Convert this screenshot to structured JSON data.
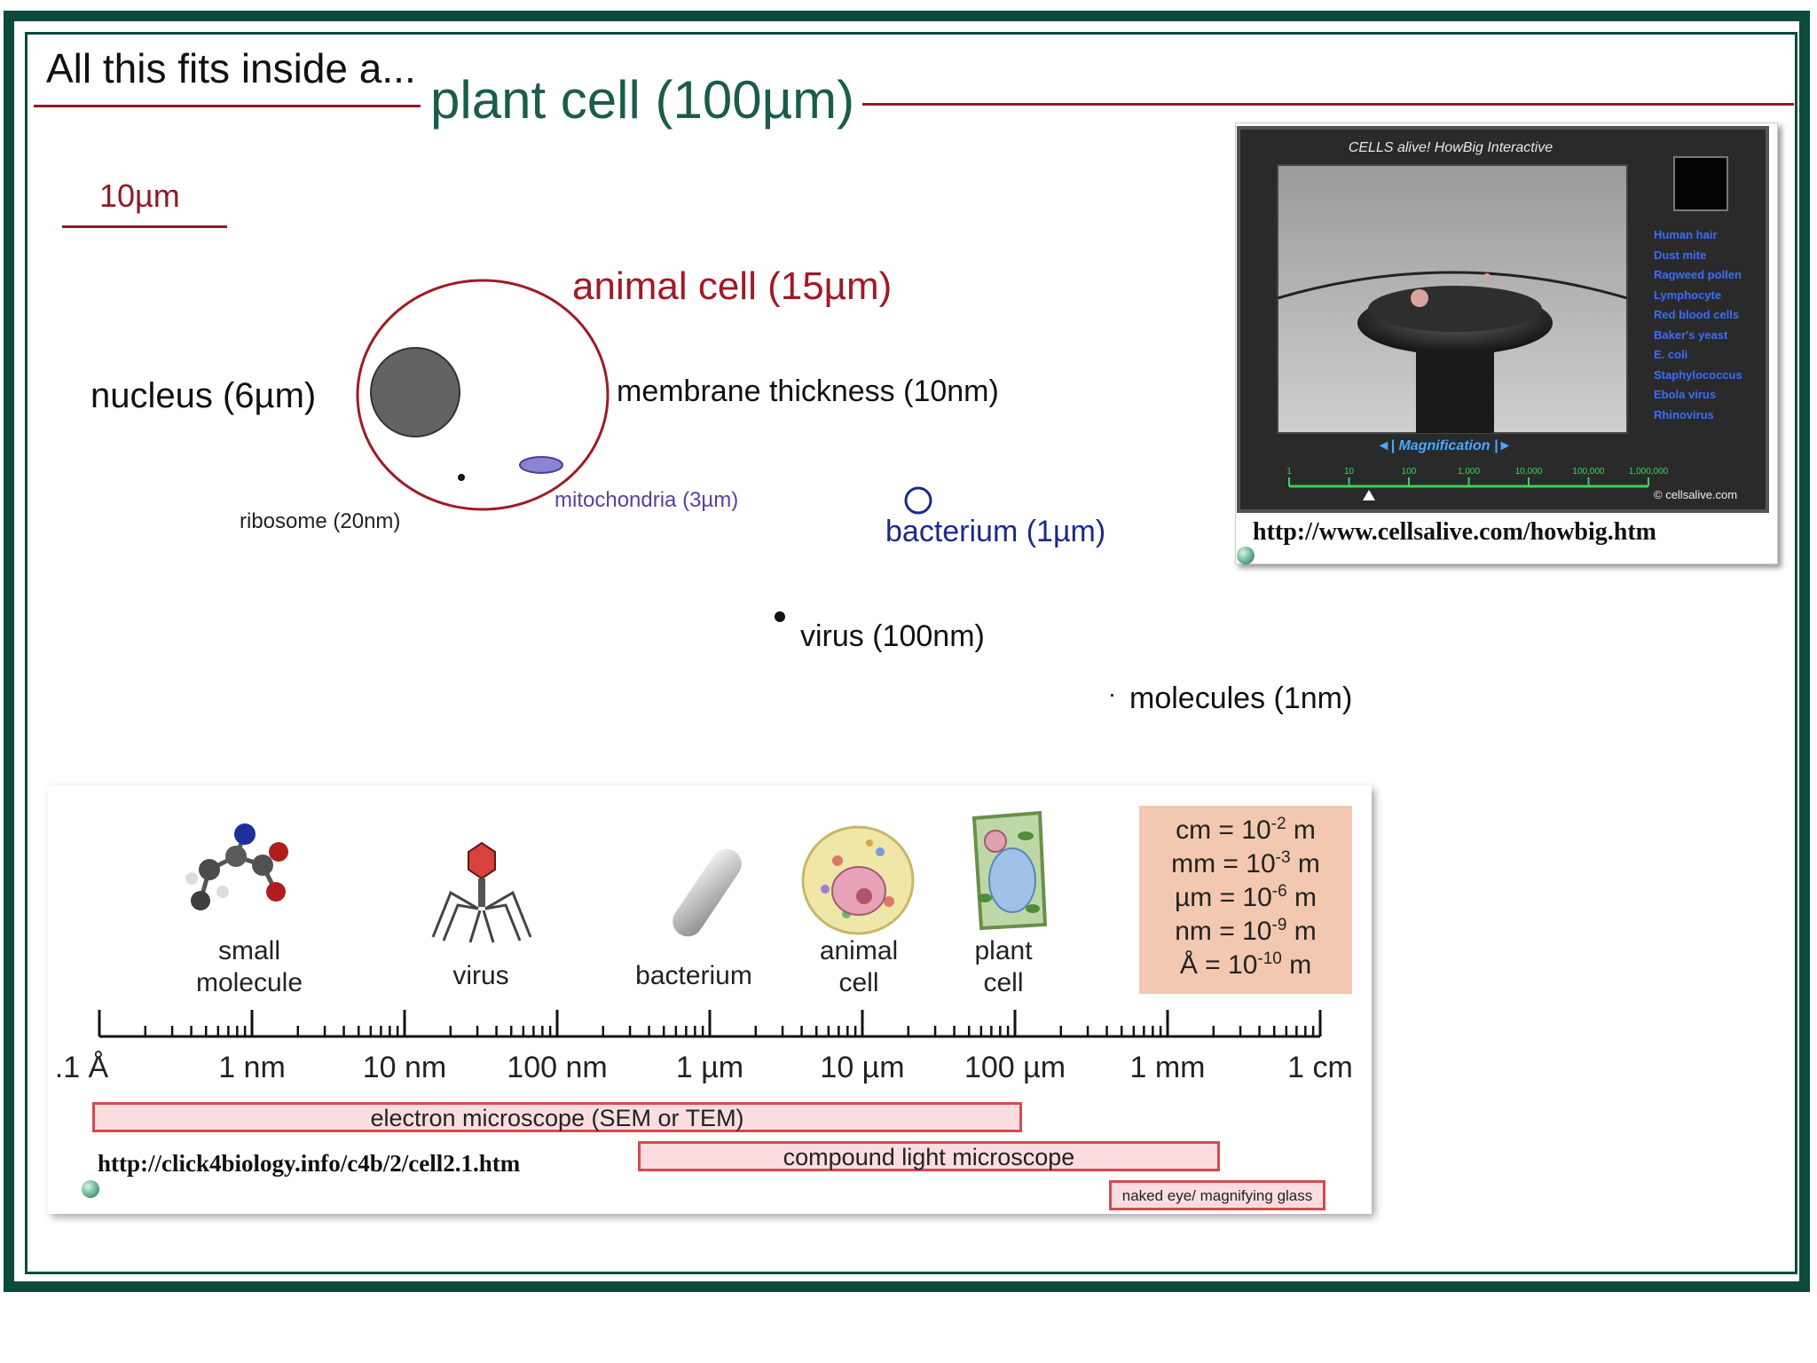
{
  "header": {
    "title": "All this fits inside a...",
    "subtitle": "plant cell (100µm)"
  },
  "scale_bar": {
    "label": "10µm"
  },
  "labels": {
    "animal_cell": "animal cell  (15µm)",
    "nucleus": "nucleus (6µm)",
    "membrane": "membrane thickness  (10nm)",
    "ribosome": "ribosome (20nm)",
    "mitochondria": "mitochondria (3µm)",
    "bacterium": "bacterium  (1µm)",
    "virus": "virus  (100nm)",
    "molecules": "molecules  (1nm)"
  },
  "howbig": {
    "title": "CELLS alive! HowBig Interactive",
    "list": [
      "Human hair",
      "Dust mite",
      "Ragweed pollen",
      "Lymphocyte",
      "Red blood cells",
      "Baker's yeast",
      "E. coli",
      "Staphylococcus",
      "Ebola virus",
      "Rhinovirus"
    ],
    "magnification_label": "Magnification",
    "mag_ticks": [
      "1",
      "10",
      "100",
      "1,000",
      "10,000",
      "100,000",
      "1,000,000"
    ],
    "copyright": "© cellsalive.com",
    "url": "http://www.cellsalive.com/howbig.htm"
  },
  "scale_panel": {
    "items": [
      "small molecule",
      "virus",
      "bacterium",
      "animal cell",
      "plant cell"
    ],
    "item_lines": [
      [
        "small",
        "molecule"
      ],
      [
        "virus"
      ],
      [
        "bacterium"
      ],
      [
        "animal",
        "cell"
      ],
      [
        "plant",
        "cell"
      ]
    ],
    "axis_labels": [
      ".1 Å",
      "1 nm",
      "10 nm",
      "100 nm",
      "1 µm",
      "10 µm",
      "100 µm",
      "1 mm",
      "1 cm"
    ],
    "conversions": [
      {
        "unit": "cm",
        "exp": "-2"
      },
      {
        "unit": "mm",
        "exp": "-3"
      },
      {
        "unit": "µm",
        "exp": "-6"
      },
      {
        "unit": "nm",
        "exp": "-9"
      },
      {
        "unit": "Å",
        "exp": "-10"
      }
    ],
    "conv_eq": " = 10",
    "conv_m": " m",
    "bars": {
      "electron": "electron microscope (SEM or TEM)",
      "light": "compound light microscope",
      "eye": "naked eye/ magnifying glass"
    },
    "url": "http://click4biology.info/c4b/2/cell2.1.htm"
  },
  "colors": {
    "frame": "#0c4a3e",
    "rule": "#8e1b28",
    "animal_cell": "#a01a26",
    "bacterium": "#1a2a8c",
    "mitochondria": "#5a3fa0",
    "conversion_box": "#f2c8b0"
  }
}
